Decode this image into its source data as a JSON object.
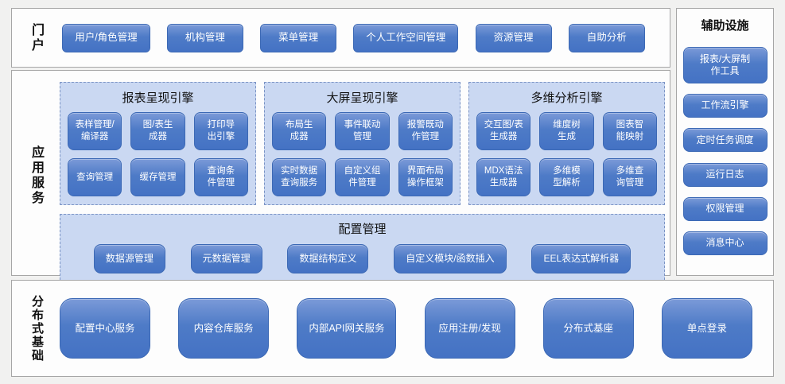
{
  "colors": {
    "page_bg": "#f1f1f0",
    "panel_bg": "#fdfdfd",
    "panel_border": "#a6a6a6",
    "button_blue": "#4472c4",
    "button_blue_light": "#7b9ad8",
    "engine_bg": "#cad8f2",
    "engine_dashed_border": "#7a93c4",
    "button_text": "#ffffff",
    "label_text": "#111111"
  },
  "portal": {
    "label": "门户",
    "buttons": [
      "用户/角色管理",
      "机构管理",
      "菜单管理",
      "个人工作空间管理",
      "资源管理",
      "自助分析"
    ]
  },
  "app_services": {
    "label": "应用服务",
    "engines": [
      {
        "title": "报表呈现引擎",
        "buttons": [
          "表样管理/\n编译器",
          "图/表生\n成器",
          "打印导\n出引擎",
          "查询管理",
          "缓存管理",
          "查询条\n件管理"
        ]
      },
      {
        "title": "大屏呈现引擎",
        "buttons": [
          "布局生\n成器",
          "事件联动\n管理",
          "报警既动\n作管理",
          "实时数据\n查询服务",
          "自定义组\n件管理",
          "界面布局\n操作框架"
        ]
      },
      {
        "title": "多维分析引擎",
        "buttons": [
          "交互图/表\n生成器",
          "维度树\n生成",
          "图表智\n能映射",
          "MDX语法\n生成器",
          "多维模\n型解析",
          "多维查\n询管理"
        ]
      }
    ],
    "config": {
      "title": "配置管理",
      "buttons": [
        "数据源管理",
        "元数据管理",
        "数据结构定义",
        "自定义模块/函数插入",
        "EEL表达式解析器"
      ]
    }
  },
  "auxiliary": {
    "title": "辅助设施",
    "buttons": [
      "报表/大屏制\n作工具",
      "工作流引擎",
      "定时任务调度",
      "运行日志",
      "权限管理",
      "消息中心"
    ]
  },
  "distributed": {
    "label": "分布式基础",
    "buttons": [
      "配置中心服务",
      "内容仓库服务",
      "内部API网关服务",
      "应用注册/发现",
      "分布式基座",
      "单点登录"
    ]
  }
}
